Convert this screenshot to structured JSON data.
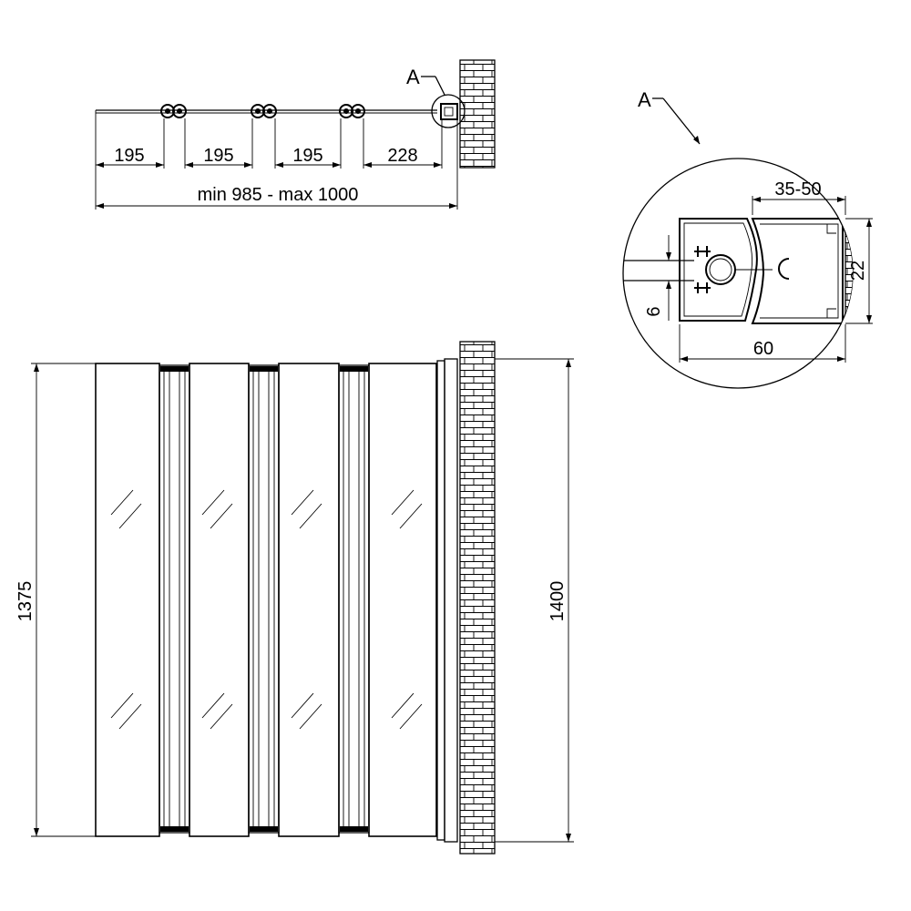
{
  "top_view": {
    "segment_widths": [
      "195",
      "195",
      "195",
      "228"
    ],
    "overall": "min 985 - max 1000",
    "detail_marker": "A"
  },
  "detail": {
    "marker": "A",
    "dim_profile_depth": "35-50",
    "dim_wall_height": "22",
    "dim_glass": "6",
    "dim_profile_width": "60"
  },
  "front_view": {
    "height_left": "1375",
    "height_right": "1400"
  }
}
